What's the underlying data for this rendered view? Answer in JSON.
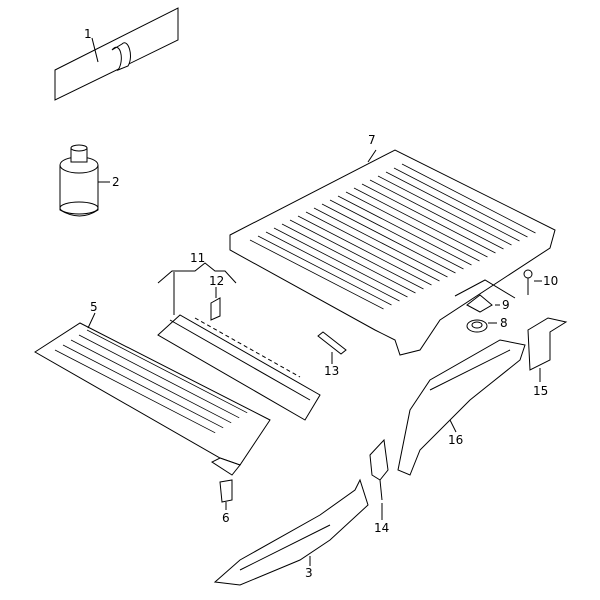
{
  "diagram": {
    "callouts": [
      "1",
      "2",
      "3",
      "5",
      "6",
      "7",
      "8",
      "9",
      "10",
      "11",
      "12",
      "13",
      "14",
      "15",
      "16"
    ]
  }
}
